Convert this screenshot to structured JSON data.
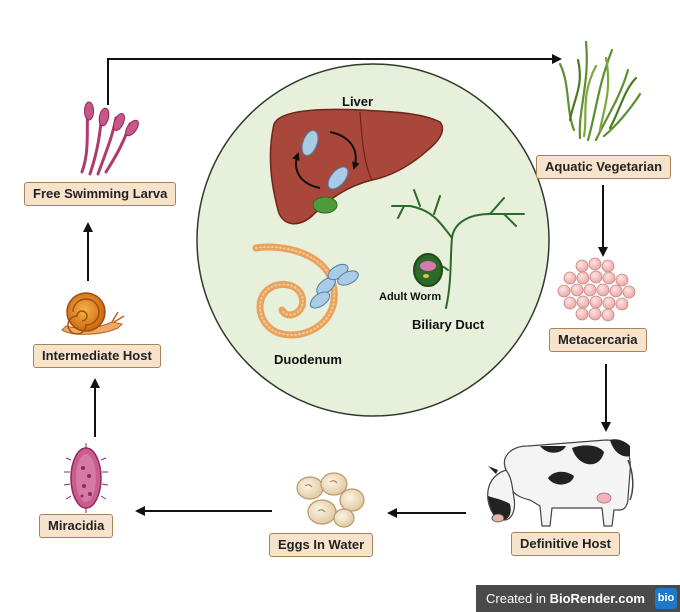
{
  "stages": {
    "free_swimming_larva": "Free Swimming Larva",
    "aquatic_vegetarian": "Aquatic Vegetarian",
    "metacercaria": "Metacercaria",
    "definitive_host": "Definitive Host",
    "eggs_in_water": "Eggs In Water",
    "miracidia": "Miracidia",
    "intermediate_host": "Intermediate Host"
  },
  "inner": {
    "liver": "Liver",
    "adult_worm": "Adult Worm",
    "biliary_duct": "Biliary Duct",
    "duodenum": "Duodenum"
  },
  "credit": {
    "prefix": "Created in ",
    "brand": "BioRender.com",
    "logo": "bio"
  },
  "icons": [
    "larva-icon",
    "vegetation-icon",
    "metacercaria-cluster-icon",
    "cow-icon",
    "eggs-icon",
    "miracidium-icon",
    "snail-icon",
    "liver-icon",
    "biliary-duct-icon",
    "duodenum-icon",
    "cycle-arrow-icon"
  ],
  "colors": {
    "box_fill": "#f7e3cc",
    "box_border": "#a9825c",
    "circle_fill": "#e7f0da",
    "arrow": "#111111"
  }
}
